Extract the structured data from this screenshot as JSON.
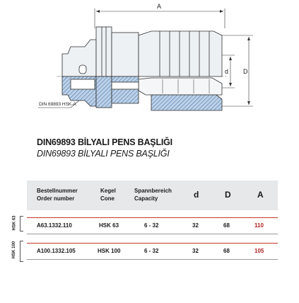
{
  "drawing": {
    "dim_a": "A",
    "dim_d_small": "d",
    "dim_d_large": "D",
    "standard_label": "DIN 69893 HSK-A",
    "colors": {
      "steel": "#6e8fb5",
      "hatch_fill": "#bcd0e6",
      "outline": "#2e2e2e"
    }
  },
  "title": {
    "line1": "DIN69893 BİLYALI PENS BAŞLIĞI",
    "line2": "DIN69893 BİLYALI PENS BAŞLIĞI"
  },
  "table": {
    "headers": {
      "order_de": "Bestellnummer",
      "order_en": "Order number",
      "cone_de": "Kegel",
      "cone_en": "Cone",
      "capacity_de": "Spannbereich",
      "capacity_en": "Capacity",
      "d": "d",
      "D": "D",
      "A": "A"
    },
    "rows": [
      {
        "group": "HSK 63",
        "order": "A63.1332.110",
        "cone": "HSK 63",
        "capacity": "6 - 32",
        "d": "32",
        "D": "68",
        "A": "110"
      },
      {
        "group": "HSK 100",
        "order": "A100.1332.105",
        "cone": "HSK 100",
        "capacity": "6 - 32",
        "d": "32",
        "D": "68",
        "A": "105"
      }
    ],
    "colors": {
      "accent": "#b22222",
      "header_band": "#e6e8ea"
    }
  }
}
